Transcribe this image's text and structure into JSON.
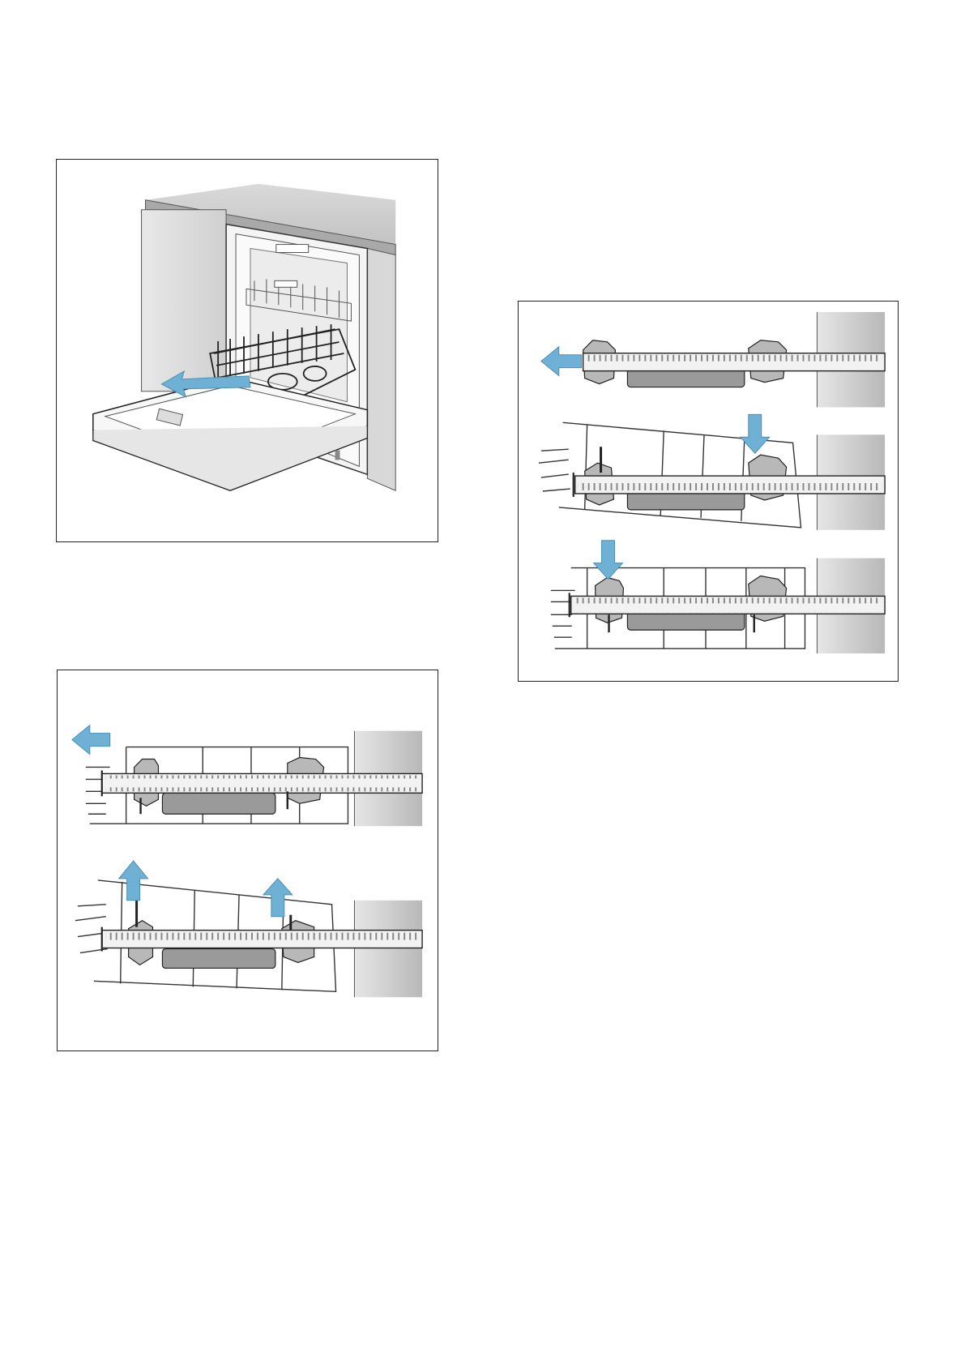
{
  "page": {
    "figures": [
      {
        "id": "dishwasher-open",
        "panels": 1
      },
      {
        "id": "rack-removal",
        "panels": 2
      },
      {
        "id": "rack-insertion",
        "panels": 3
      }
    ]
  },
  "colors": {
    "arrow": "#6fb1d4",
    "arrow_stroke": "#4a8fb5",
    "wall": "#c8c8c8",
    "rail": "#f2f2f2",
    "roller": "#9a9a9a",
    "clip": "#b8b8b8",
    "line": "#222222"
  },
  "icons": {
    "move-arrow": "blue-direction-arrow",
    "rail": "telescopic-rail",
    "clip": "rack-clip"
  }
}
